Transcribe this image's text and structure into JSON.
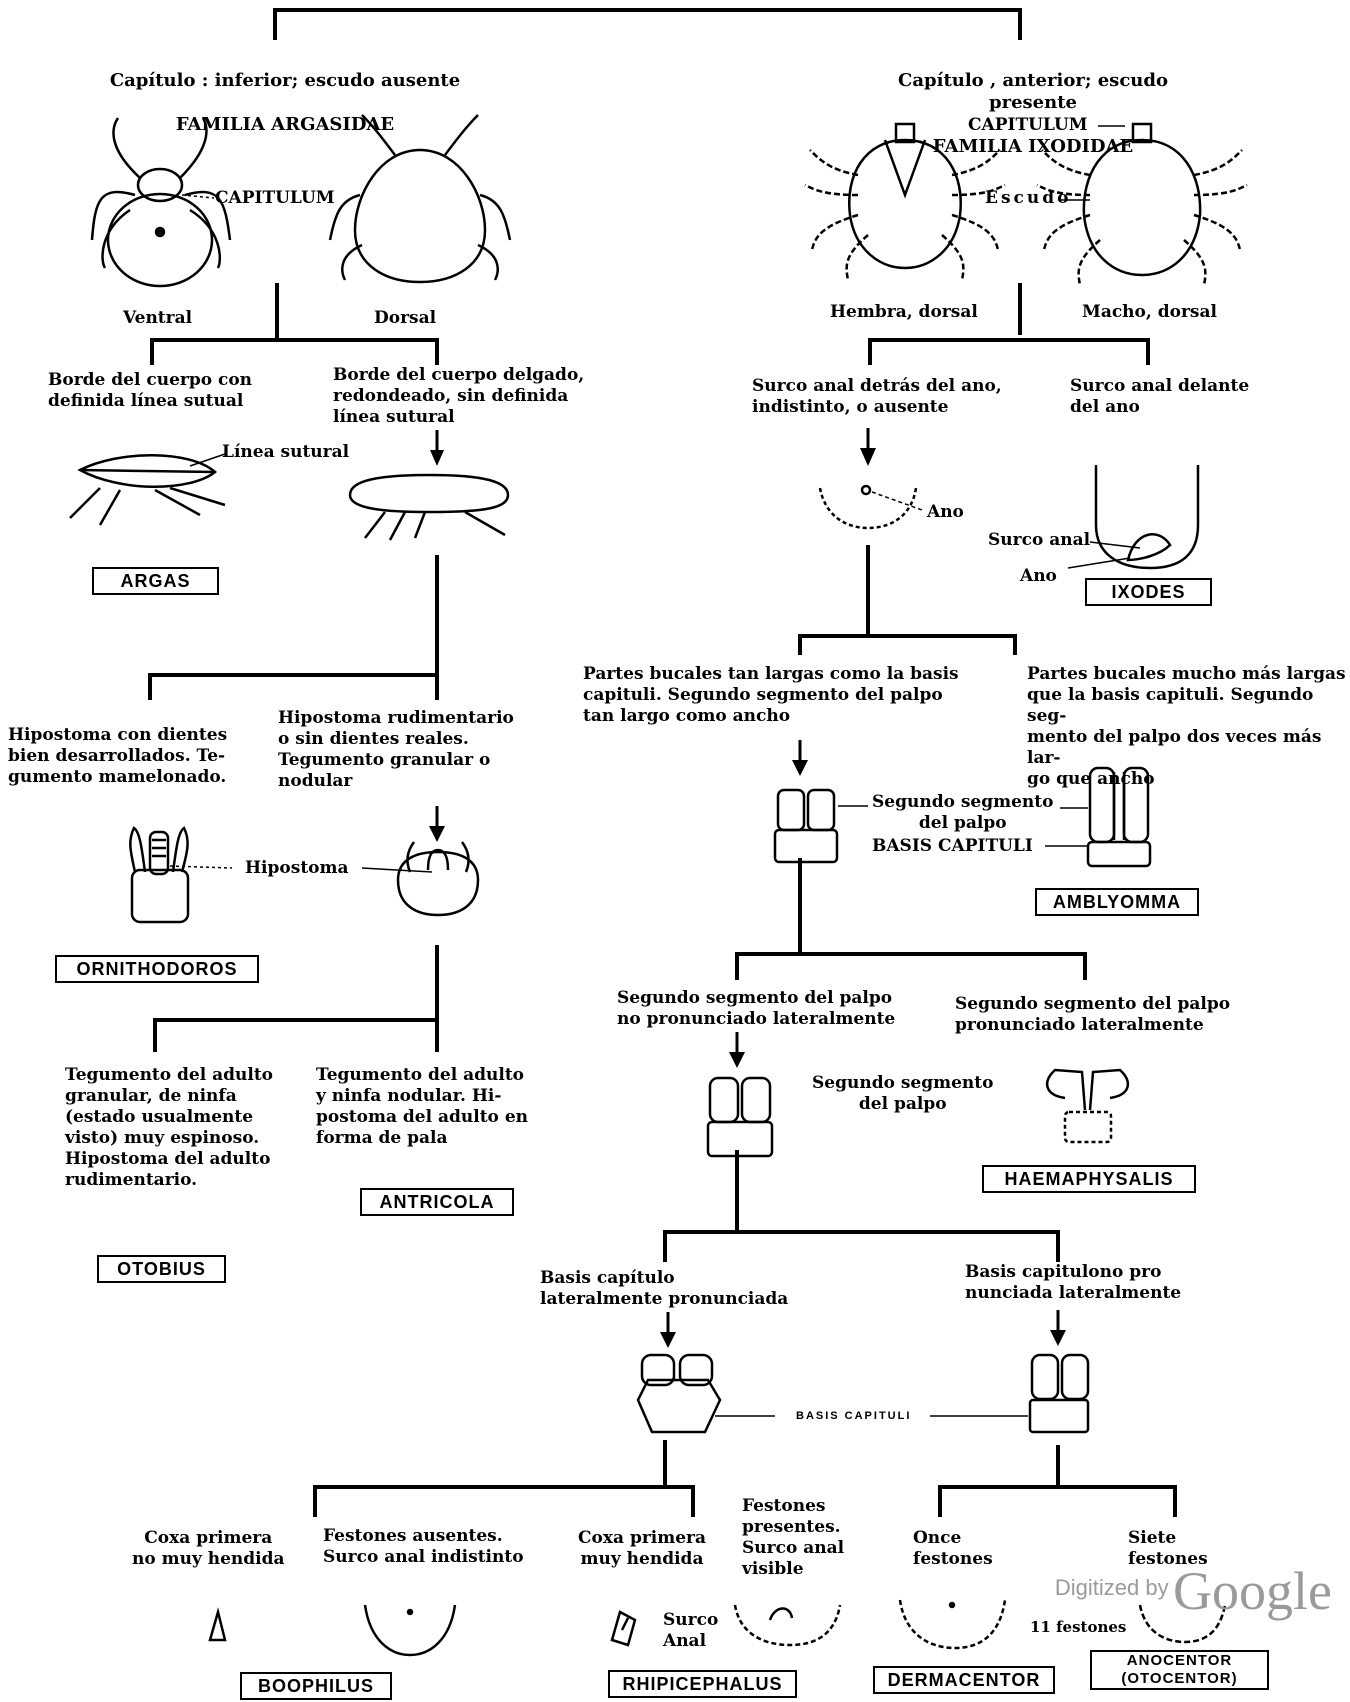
{
  "families": {
    "argasidae": {
      "criterion": "Capítulo : inferior; escudo ausente",
      "name": "FAMILIA ARGASIDAE"
    },
    "ixodidae": {
      "criterion": "Capítulo , anterior; escudo presente",
      "name": "FAMILIA IXODIDAE"
    }
  },
  "labels": {
    "capitulum_left": "CAPITULUM",
    "ventral": "Ventral",
    "dorsal": "Dorsal",
    "capitulum_right": "CAPITULUM",
    "escudo": "Escudo",
    "hembra": "Hembra, dorsal",
    "macho": "Macho, dorsal",
    "borde_definida": "Borde del cuerpo con\ndefinida línea sutual",
    "borde_delgado": "Borde del cuerpo delgado,\nredondeado, sin definida\nlínea sutural",
    "linea_sutural": "Línea sutural",
    "surco_detras": "Surco anal detrás del ano,\nindistinto, o ausente",
    "surco_delante": "Surco anal delante\ndel ano",
    "ano_1": "Ano",
    "surco_anal": "Surco anal",
    "ano_2": "Ano",
    "hipostoma_dientes": "Hipostoma con dientes\nbien desarrollados. Te-\ngumento mamelonado.",
    "hipostoma_rudimentario": "Hipostoma rudimentario\no sin dientes reales.\nTegumento granular o\nnodular",
    "hipostoma": "Hipostoma",
    "partes_tan_largas": "Partes bucales tan largas como la basis\ncapituli. Segundo segmento del palpo\ntan largo como ancho",
    "partes_mucho_mas": "Partes bucales mucho más largas\nque la basis capituli. Segundo seg-\nmento del palpo dos veces más lar-\ngo que ancho",
    "segundo_segmento_a": "Segundo segmento\ndel palpo",
    "basis_capituli_a": "BASIS CAPITULI",
    "tegumento_granular": "Tegumento del adulto\ngranular, de ninfa\n(estado usualmente\nvisto) muy espinoso.\nHipostoma del adulto\nrudimentario.",
    "tegumento_nodular": "Tegumento del adulto\ny ninfa nodular. Hi-\npostoma del adulto en\nforma de pala",
    "segundo_no_pronunciado": "Segundo segmento del palpo\nno pronunciado lateralmente",
    "segundo_pronunciado": "Segundo segmento del palpo\npronunciado lateralmente",
    "segundo_segmento_b": "Segundo segmento\ndel palpo",
    "basis_lat_pronunciada": "Basis capítulo\nlateralmente pronunciada",
    "basis_no_pronunciada": "Basis capitulono pro\nnunciada lateralmente",
    "basis_capituli_b": "BASIS CAPITULI",
    "coxa_no_hendida": "Coxa primera\nno muy hendida",
    "festones_ausentes": "Festones ausentes.\nSurco anal indistinto",
    "coxa_hendida": "Coxa primera\nmuy hendida",
    "festones_presentes": "Festones\npresentes.\nSurco anal\nvisible",
    "surco_anal_b": "Surco\nAnal",
    "once_festones": "Once\nfestones",
    "siete_festones": "Siete\nfestones",
    "festones_11": "11 festones"
  },
  "genera": {
    "argas": "ARGAS",
    "ixodes": "IXODES",
    "ornithodoros": "ORNITHODOROS",
    "amblyomma": "AMBLYOMMA",
    "antricola": "ANTRICOLA",
    "otobius": "OTOBIUS",
    "haemaphysalis": "HAEMAPHYSALIS",
    "boophilus": "BOOPHILUS",
    "rhipicephalus": "RHIPICEPHALUS",
    "dermacentor": "DERMACENTOR",
    "anocentor": "ANOCENTOR\n(OTOCENTOR)"
  },
  "watermark": {
    "prefix": "Digitized by",
    "brand": "Google"
  }
}
